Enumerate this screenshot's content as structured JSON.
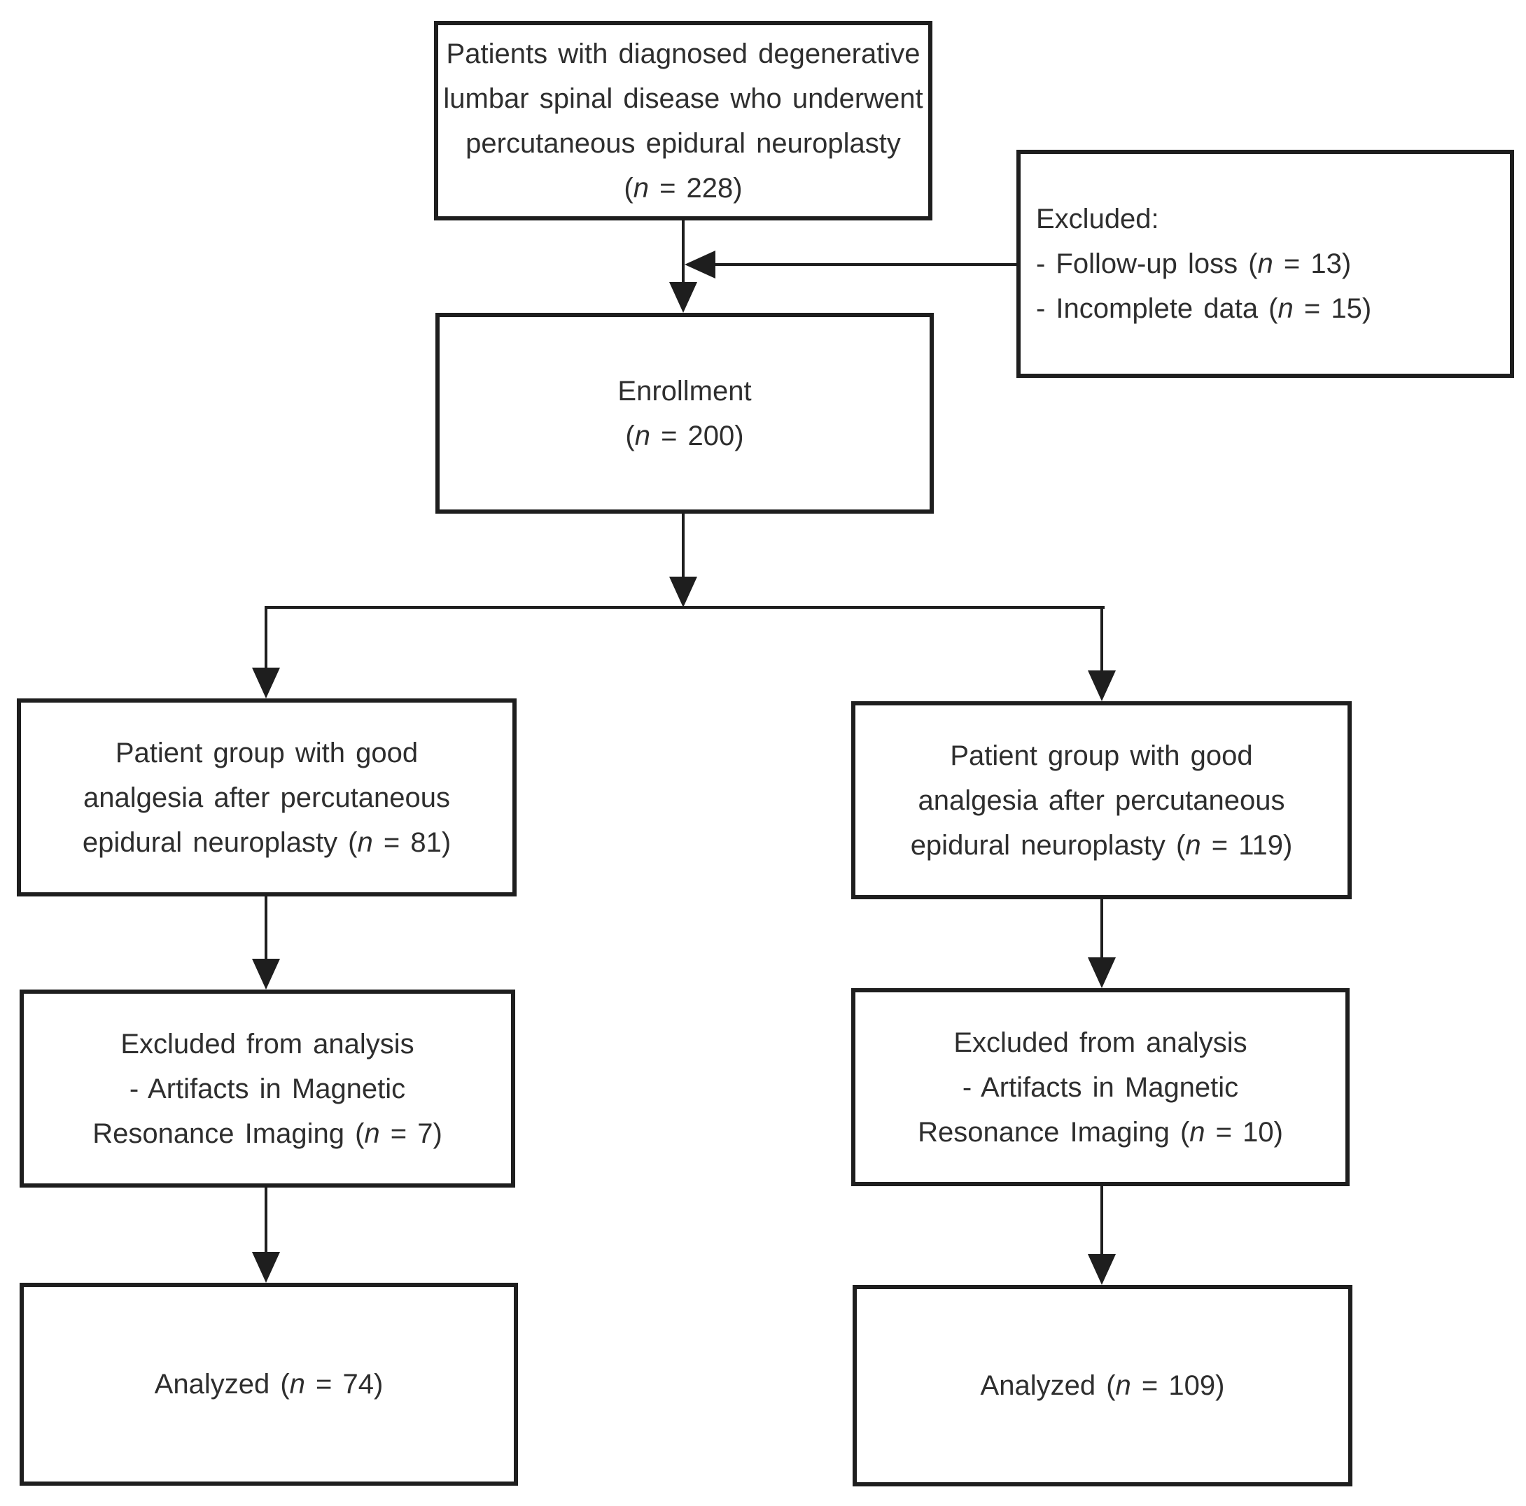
{
  "figure": {
    "type": "patient-flow-diagram",
    "colors": {
      "line": "#1e1e1e",
      "text": "#2e2e2e",
      "background": "#ffffff"
    },
    "boxes": {
      "screened": {
        "lines": [
          "Patients with diagnosed degenerative",
          "lumbar spinal disease who underwent",
          "percutaneous epidural neuroplasty",
          "(n = 228)"
        ]
      },
      "excluded": {
        "lines": [
          "Excluded:",
          "- Follow-up loss (n = 13)",
          "- Incomplete data (n = 15)"
        ]
      },
      "enrollment": {
        "lines": [
          "Enrollment",
          "(n = 200)"
        ]
      },
      "group_left": {
        "lines": [
          "Patient group with good",
          "analgesia after percutaneous",
          "epidural neuroplasty (n = 81)"
        ]
      },
      "group_right": {
        "lines": [
          "Patient group with good",
          "analgesia after percutaneous",
          "epidural neuroplasty (n = 119)"
        ]
      },
      "analysis_excluded_left": {
        "lines": [
          "Excluded from analysis",
          "- Artifacts in Magnetic",
          "Resonance Imaging (n = 7)"
        ]
      },
      "analysis_excluded_right": {
        "lines": [
          "Excluded from analysis",
          "- Artifacts in Magnetic",
          "Resonance Imaging (n = 10)"
        ]
      },
      "analyzed_left": {
        "lines": [
          "Analyzed (n = 74)"
        ]
      },
      "analyzed_right": {
        "lines": [
          "Analyzed (n = 109)"
        ]
      }
    }
  }
}
